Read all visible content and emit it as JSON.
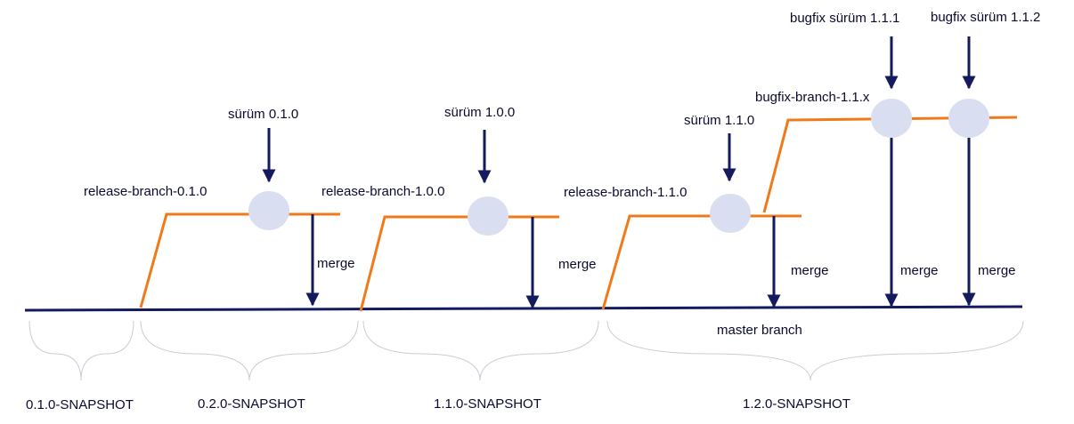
{
  "colors": {
    "master": "#141a5e",
    "branch": "#f07a1a",
    "node": "#d9dff0",
    "brace": "#c9ccd6",
    "text": "#0a0a2e"
  },
  "labels": {
    "release_0_1_0": "release-branch-0.1.0",
    "release_1_0_0": "release-branch-1.0.0",
    "release_1_1_0": "release-branch-1.1.0",
    "bugfix_branch": "bugfix-branch-1.1.x",
    "version_0_1_0": "sürüm  0.1.0",
    "version_1_0_0": "sürüm  1.0.0",
    "version_1_1_0": "sürüm  1.1.0",
    "bugfix_1_1_1": "bugfix sürüm  1.1.1",
    "bugfix_1_1_2": "bugfix sürüm  1.1.2",
    "merge": "merge",
    "master_branch": "master branch",
    "snapshot_0_1_0": "0.1.0-SNAPSHOT",
    "snapshot_0_2_0": "0.2.0-SNAPSHOT",
    "snapshot_1_1_0": "1.1.0-SNAPSHOT",
    "snapshot_1_2_0": "1.2.0-SNAPSHOT"
  }
}
